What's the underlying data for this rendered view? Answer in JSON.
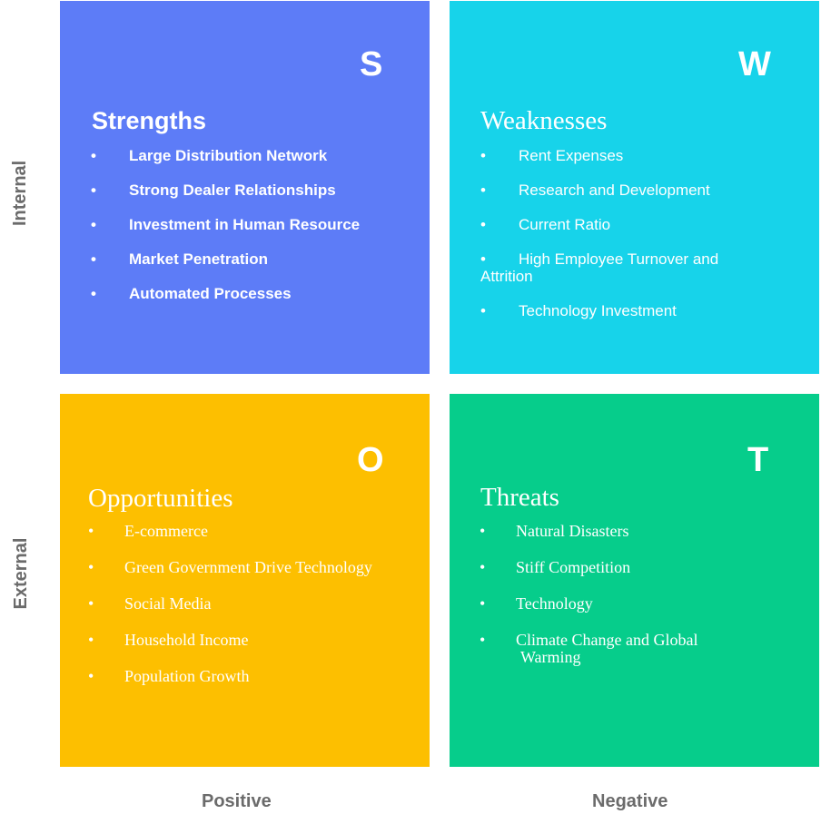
{
  "colors": {
    "strengths": "#5d7cf7",
    "weaknesses": "#17d3ea",
    "opportunities": "#fdbf00",
    "threats": "#06cd8b",
    "axis_text": "#6b6b6b",
    "text": "#ffffff"
  },
  "axes": {
    "rows": [
      "Internal",
      "External"
    ],
    "columns": [
      "Positive",
      "Negative"
    ]
  },
  "quadrants": {
    "strengths": {
      "letter": "S",
      "title": "Strengths",
      "items": [
        "Large Distribution Network",
        "Strong Dealer Relationships",
        "Investment in Human Resource",
        "Market Penetration",
        "Automated Processes"
      ]
    },
    "weaknesses": {
      "letter": "W",
      "title": "Weaknesses",
      "items": [
        "Rent Expenses",
        "Research and Development",
        "Current Ratio",
        "High Employee Turnover and Attrition",
        "Technology Investment"
      ]
    },
    "opportunities": {
      "letter": "O",
      "title": "Opportunities",
      "items": [
        "E-commerce",
        "Green Government Drive Technology",
        "Social Media",
        "Household Income",
        "Population Growth"
      ]
    },
    "threats": {
      "letter": "T",
      "title": "Threats",
      "items": [
        "Natural Disasters",
        "Stiff Competition",
        "Technology",
        "Climate Change and Global",
        "Warming"
      ]
    }
  },
  "bullet": "•"
}
